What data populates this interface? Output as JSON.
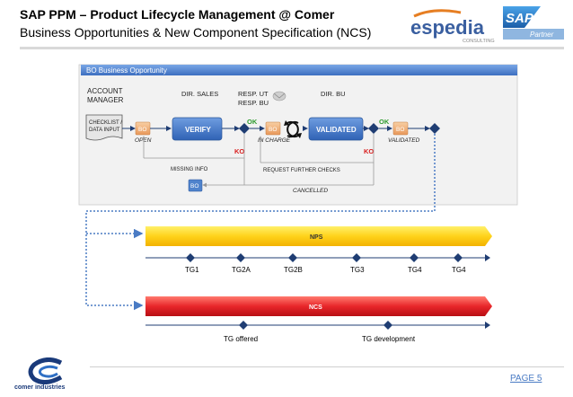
{
  "header": {
    "title": "SAP PPM – Product Lifecycle Management @ Comer",
    "subtitle": "Business Opportunities & New Component Specification (NCS)"
  },
  "logos": {
    "espedia_name": "espedia",
    "espedia_tag": "CONSULTING",
    "sap_name": "SAP",
    "sap_tag": "Partner"
  },
  "diagram": {
    "bo_panel_title": "BO Business Opportunity",
    "roles": {
      "account_manager_1": "ACCOUNT",
      "account_manager_2": "MANAGER",
      "dir_sales": "DIR. SALES",
      "resp_ut": "RESP. UT",
      "resp_bu": "RESP. BU",
      "dir_bu": "DIR. BU"
    },
    "checklist_1": "CHECKLIST /",
    "checklist_2": "DATA INPUT",
    "bo_tag": "BO",
    "verify": "VERIFY",
    "validated": "VALIDATED",
    "status_open": "OPEN",
    "status_in_charge": "IN CHARGE",
    "status_validated": "VALIDATED",
    "status_cancelled": "CANCELLED",
    "ok": "OK",
    "ko": "KO",
    "missing_info": "MISSING INFO",
    "request_further_checks": "REQUEST FURTHER CHECKS",
    "nps_label": "NPS",
    "ncs_label": "NCS",
    "nps_gates": [
      "TG1",
      "TG2A",
      "TG2B",
      "TG3",
      "TG4",
      "TG4"
    ],
    "ncs_gates": [
      "TG offered",
      "TG development"
    ]
  },
  "footer": {
    "company": "comer industries",
    "page": "PAGE 5"
  },
  "colors": {
    "bo_bar": "#5b8fd6",
    "process_box": "#4f83cc",
    "bo_tag": "#f0b27a",
    "nps_bar": "#ffd21a",
    "ncs_bar": "#e8262a",
    "ok_green": "#2e9b2e",
    "ko_red": "#d91c1c",
    "dotted_line": "#4a7bc4"
  }
}
